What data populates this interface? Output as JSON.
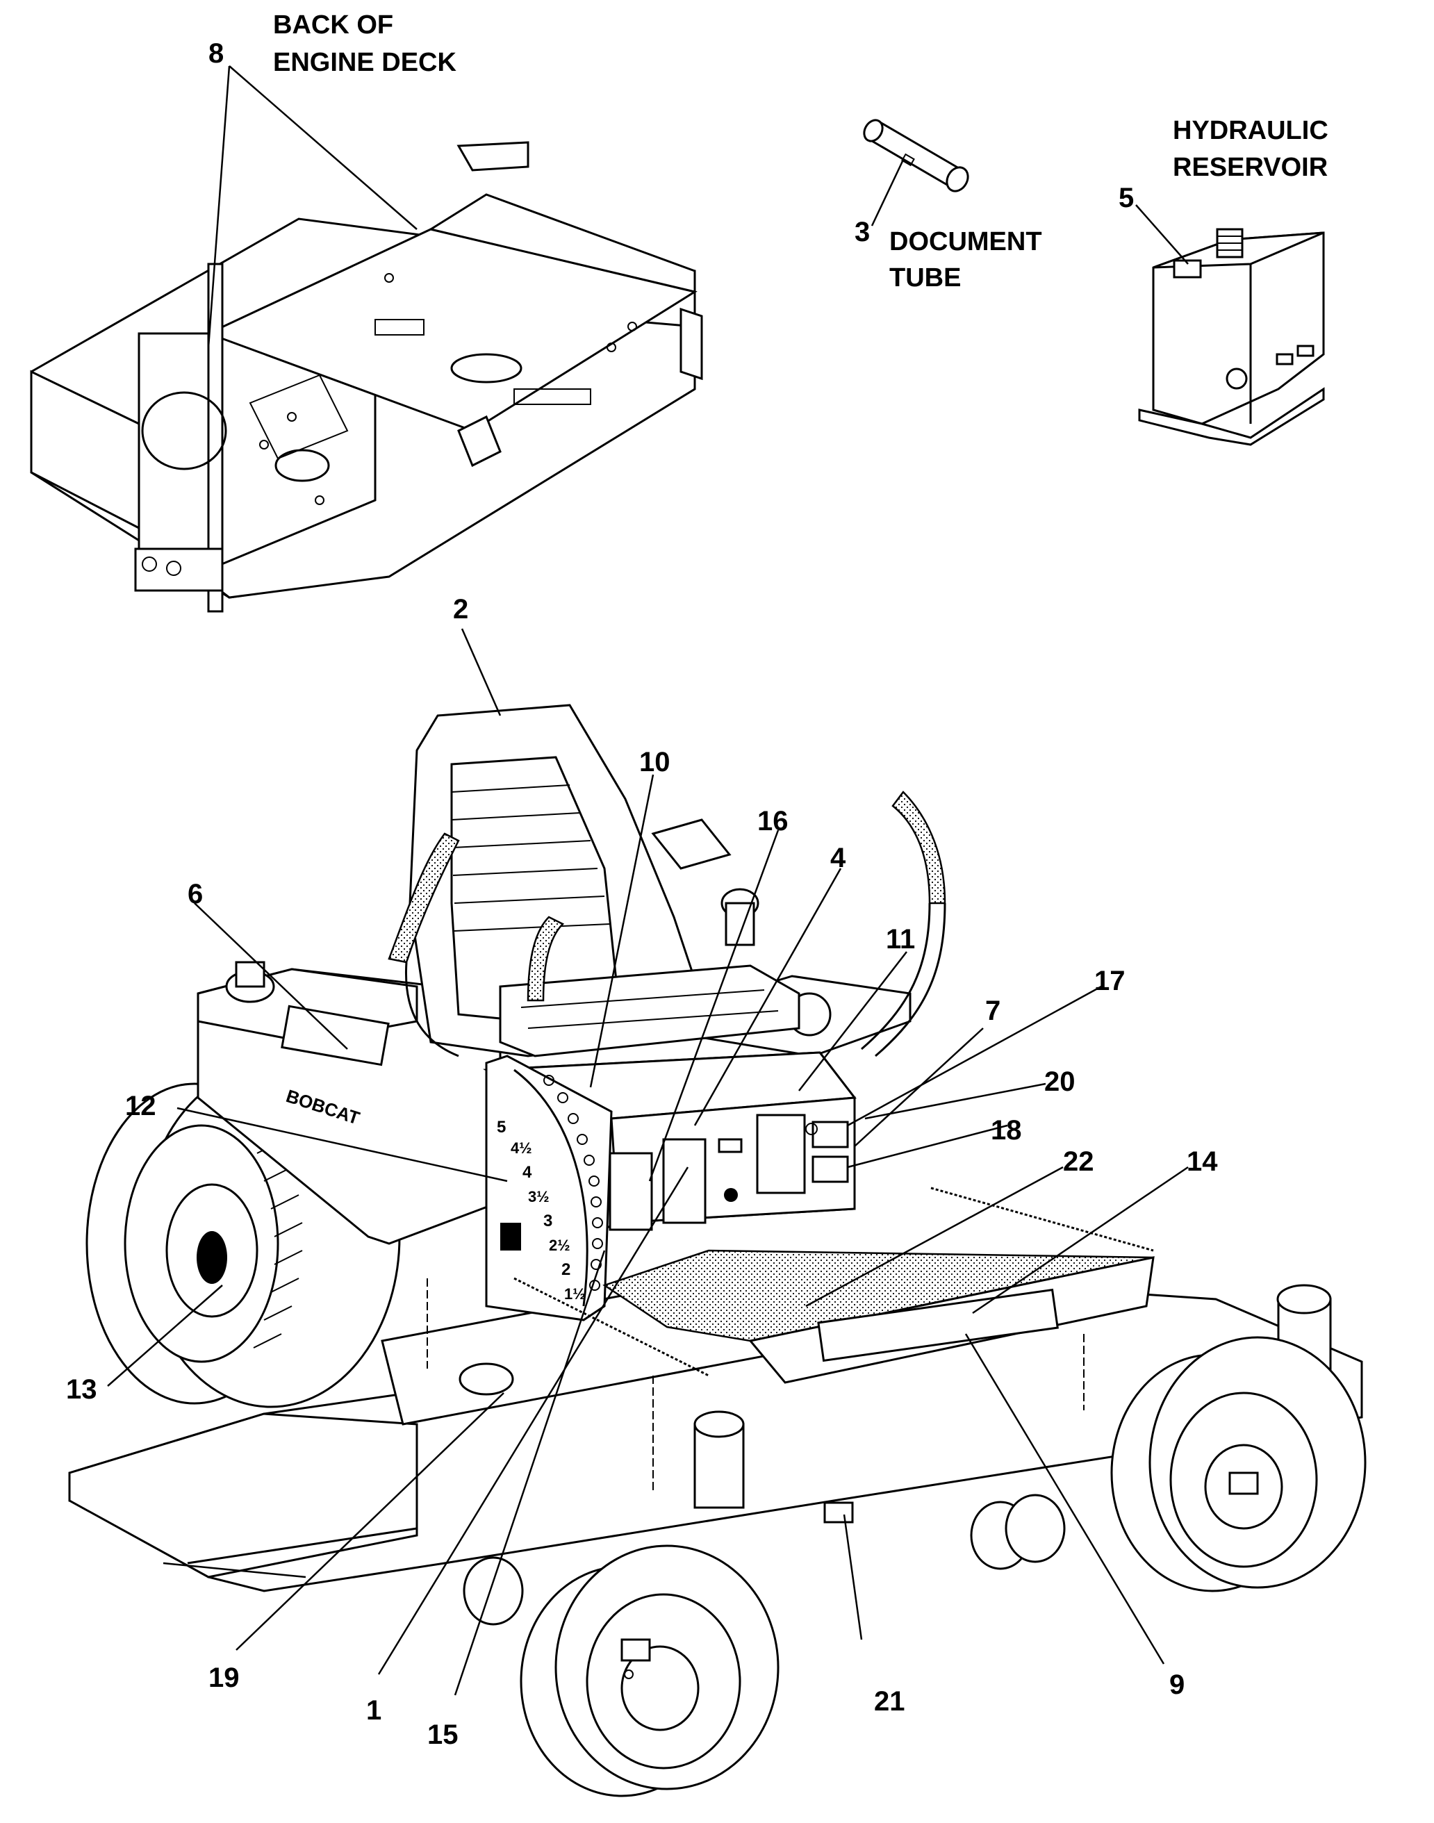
{
  "captions": {
    "engine_deck_line1": "BACK OF",
    "engine_deck_line2": "ENGINE DECK",
    "document_line1": "DOCUMENT",
    "document_line2": "TUBE",
    "reservoir_line1": "HYDRAULIC",
    "reservoir_line2": "RESERVOIR",
    "brand_mark": "BOBCAT"
  },
  "callouts": {
    "c1": "1",
    "c2": "2",
    "c3": "3",
    "c4": "4",
    "c5": "5",
    "c6": "6",
    "c7": "7",
    "c8": "8",
    "c9": "9",
    "c10": "10",
    "c11": "11",
    "c12": "12",
    "c13": "13",
    "c14": "14",
    "c15": "15",
    "c16": "16",
    "c17": "17",
    "c18": "18",
    "c19": "19",
    "c20": "20",
    "c21": "21",
    "c22": "22"
  },
  "height_gauge": {
    "marks": [
      "5",
      "4½",
      "4",
      "3½",
      "3",
      "2½",
      "2",
      "1½"
    ]
  }
}
